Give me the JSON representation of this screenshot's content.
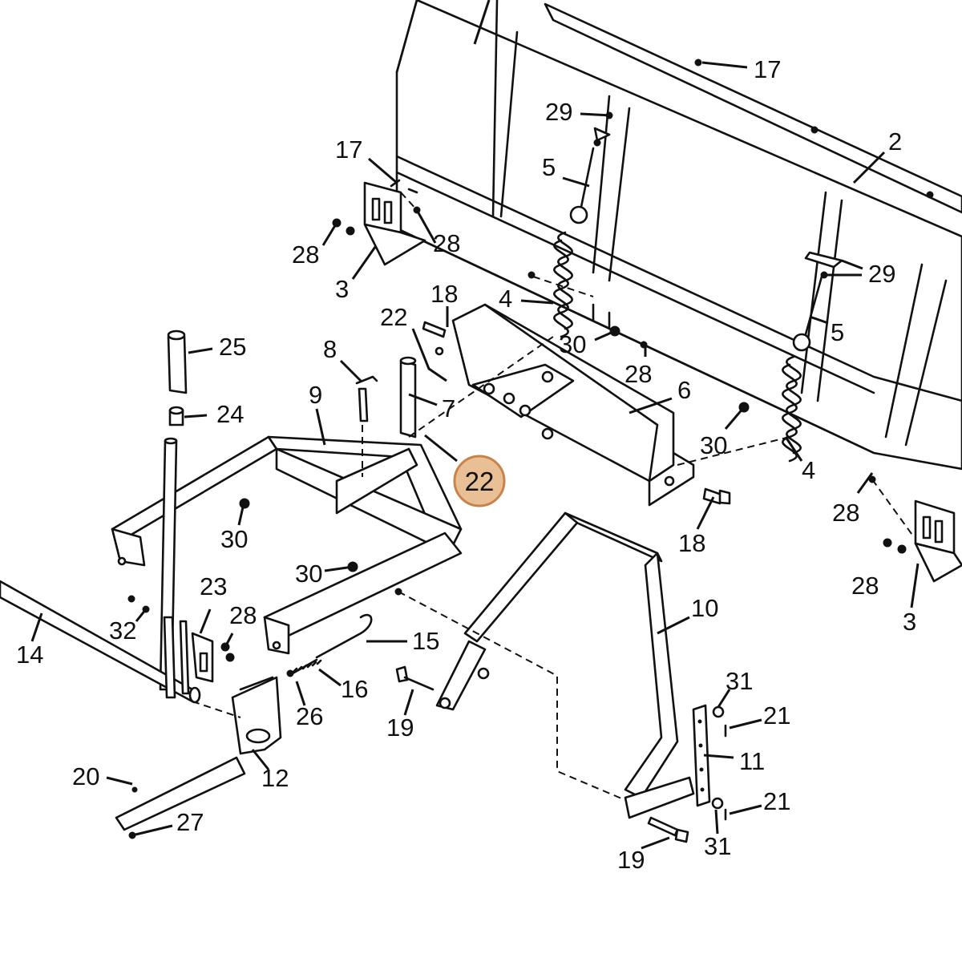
{
  "highlight": {
    "label": "22",
    "fill": "#E9BF95",
    "stroke": "#C9834A"
  },
  "callouts": [
    {
      "label": "17"
    },
    {
      "label": "29"
    },
    {
      "label": "2"
    },
    {
      "label": "17"
    },
    {
      "label": "5"
    },
    {
      "label": "28"
    },
    {
      "label": "28"
    },
    {
      "label": "3"
    },
    {
      "label": "29"
    },
    {
      "label": "4"
    },
    {
      "label": "18"
    },
    {
      "label": "22"
    },
    {
      "label": "5"
    },
    {
      "label": "30"
    },
    {
      "label": "25"
    },
    {
      "label": "8"
    },
    {
      "label": "28"
    },
    {
      "label": "9"
    },
    {
      "label": "6"
    },
    {
      "label": "24"
    },
    {
      "label": "7"
    },
    {
      "label": "30"
    },
    {
      "label": "4"
    },
    {
      "label": "28"
    },
    {
      "label": "30"
    },
    {
      "label": "18"
    },
    {
      "label": "28"
    },
    {
      "label": "30"
    },
    {
      "label": "3"
    },
    {
      "label": "23"
    },
    {
      "label": "10"
    },
    {
      "label": "28"
    },
    {
      "label": "32"
    },
    {
      "label": "15"
    },
    {
      "label": "14"
    },
    {
      "label": "31"
    },
    {
      "label": "16"
    },
    {
      "label": "26"
    },
    {
      "label": "21"
    },
    {
      "label": "19"
    },
    {
      "label": "11"
    },
    {
      "label": "20"
    },
    {
      "label": "12"
    },
    {
      "label": "21"
    },
    {
      "label": "27"
    },
    {
      "label": "31"
    },
    {
      "label": "19"
    }
  ]
}
